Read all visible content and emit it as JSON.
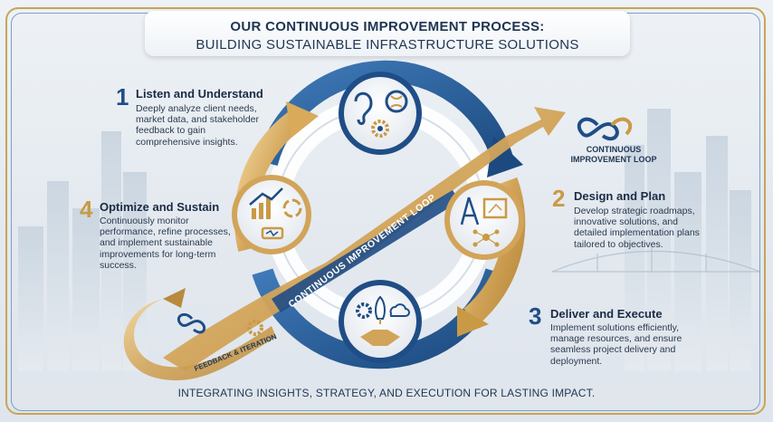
{
  "header": {
    "title": "OUR CONTINUOUS IMPROVEMENT PROCESS:",
    "subtitle": "BUILDING SUSTAINABLE INFRASTRUCTURE SOLUTIONS"
  },
  "steps": [
    {
      "number": "1",
      "title": "Listen and Understand",
      "desc_lines": [
        "Deeply analyze client needs,",
        "market data, and stakeholder",
        "feedback to gain",
        "comprehensive insights."
      ]
    },
    {
      "number": "2",
      "title": "Design and Plan",
      "desc_lines": [
        "Develop strategic roadmaps,",
        "innovative solutions, and",
        "detailed implementation plans",
        "tailored to objectives."
      ]
    },
    {
      "number": "3",
      "title": "Deliver and Execute",
      "desc_lines": [
        "Implement solutions efficiently,",
        "manage resources, and ensure",
        "seamless project delivery and",
        "deployment."
      ]
    },
    {
      "number": "4",
      "title": "Optimize and Sustain",
      "desc_lines": [
        "Continuously monitor",
        "performance, refine processes,",
        "and implement sustainable",
        "improvements for long-term",
        "success."
      ]
    }
  ],
  "band_label": "CONTINUOUS IMPROVEMENT LOOP",
  "feedback_label": "FEEDBACK & ITERATION",
  "logo_label_lines": [
    "CONTINUOUS",
    "IMPROVEMENT LOOP"
  ],
  "footer": "INTEGRATING INSIGHTS, STRATEGY, AND EXECUTION FOR LASTING IMPACT.",
  "colors": {
    "navy": "#1f4d86",
    "gold": "#c99a45",
    "text": "#1b2b44"
  },
  "icons": {
    "listen": [
      "ear-icon",
      "brain-icon",
      "gear-icon"
    ],
    "design": [
      "compass-icon",
      "blueprint-icon",
      "network-icon"
    ],
    "execute": [
      "gear-icon",
      "rocket-icon",
      "cloud-icon",
      "handshake-icon"
    ],
    "optimize": [
      "growth-chart-icon",
      "recycle-icon",
      "battery-icon"
    ]
  }
}
